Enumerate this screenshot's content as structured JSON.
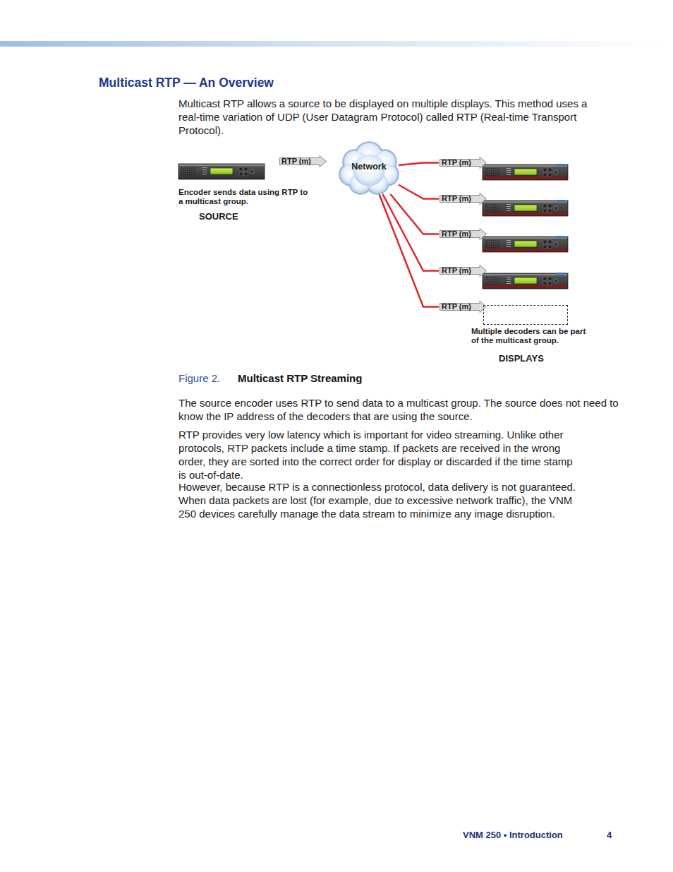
{
  "diagram": {
    "title": "Multicast RTP — An Overview",
    "caption": "Multicast RTP Streaming",
    "nodes": [
      {
        "text": [
          "RTP (m)"
        ]
      },
      {
        "text": [
          "Network"
        ]
      },
      {
        "text": [
          "RTP (m)"
        ]
      },
      {
        "text": [
          "RTP (m)"
        ]
      },
      {
        "text": [
          "RTP (m)"
        ]
      },
      {
        "text": [
          "RTP (m)"
        ]
      },
      {
        "text": [
          "RTP (m)"
        ]
      },
      {
        "text": [
          "Multiple decoders can be part of the multicast group."
        ]
      }
    ],
    "edges": [
      {
        "from": 1,
        "to": 2,
        "arrow": "none"
      },
      {
        "from": 1,
        "to": 3,
        "arrow": "none"
      },
      {
        "from": 1,
        "to": 4,
        "arrow": "none"
      },
      {
        "from": 1,
        "to": 5,
        "arrow": "none"
      },
      {
        "from": 1,
        "to": 6,
        "arrow": "none"
      }
    ],
    "labels": [
      "Multicast RTP allows a source to be displayed on multiple displays. This method uses a real-time variation of UDP (User Datagram Protocol) called RTP (Real-time Transport Protocol).",
      "Encoder sends data using RTP to a multicast group.",
      "SOURCE",
      "DISPLAYS",
      "Figure 2.",
      "The source encoder uses RTP to send data to a multicast group. The source does not need to know the IP address of the decoders that are using the source.",
      "RTP provides very low latency which is important for video streaming. Unlike other protocols, RTP packets include a time stamp. If packets are received in the wrong order, they are sorted into the correct order for display or discarded if the time stamp is out-of-date.",
      "However, because RTP is a connectionless protocol, data delivery is not guaranteed. When data packets are lost (for example, due to excessive network traffic), the VNM 250 devices carefully manage the data stream to minimize any image disruption.",
      "VNM 250 • Introduction",
      "4"
    ]
  }
}
